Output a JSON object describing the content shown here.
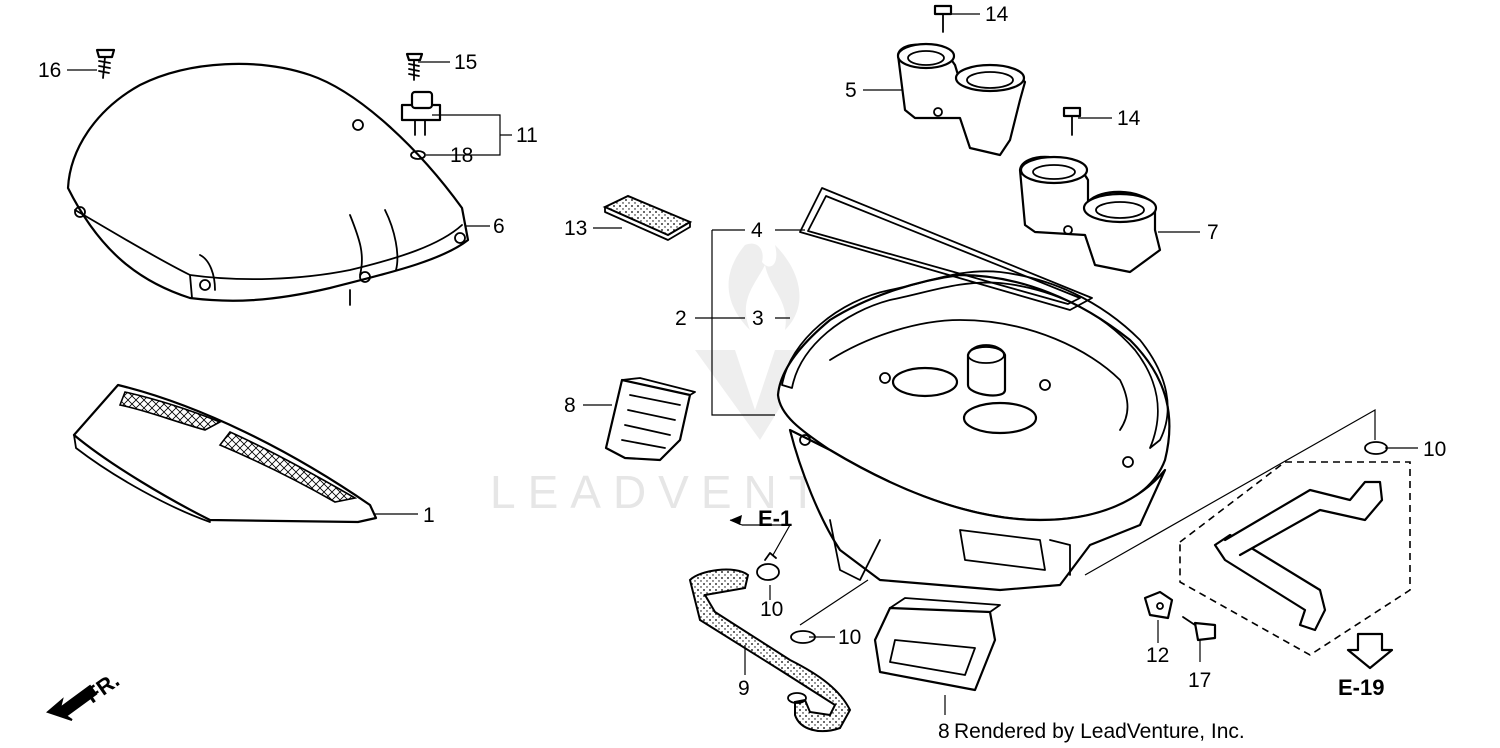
{
  "watermark": "LEADVENTURE",
  "credit": "Rendered by LeadVenture, Inc.",
  "front_marker": "FR.",
  "references": {
    "e1": "E-1",
    "e19": "E-19"
  },
  "callouts": {
    "c1": "1",
    "c2": "2",
    "c3": "3",
    "c4": "4",
    "c5": "5",
    "c6": "6",
    "c7": "7",
    "c8a": "8",
    "c8b": "8",
    "c9": "9",
    "c10a": "10",
    "c10b": "10",
    "c10c": "10",
    "c11": "11",
    "c12": "12",
    "c13": "13",
    "c14a": "14",
    "c14b": "14",
    "c15": "15",
    "c16": "16",
    "c17": "17",
    "c18": "18"
  }
}
